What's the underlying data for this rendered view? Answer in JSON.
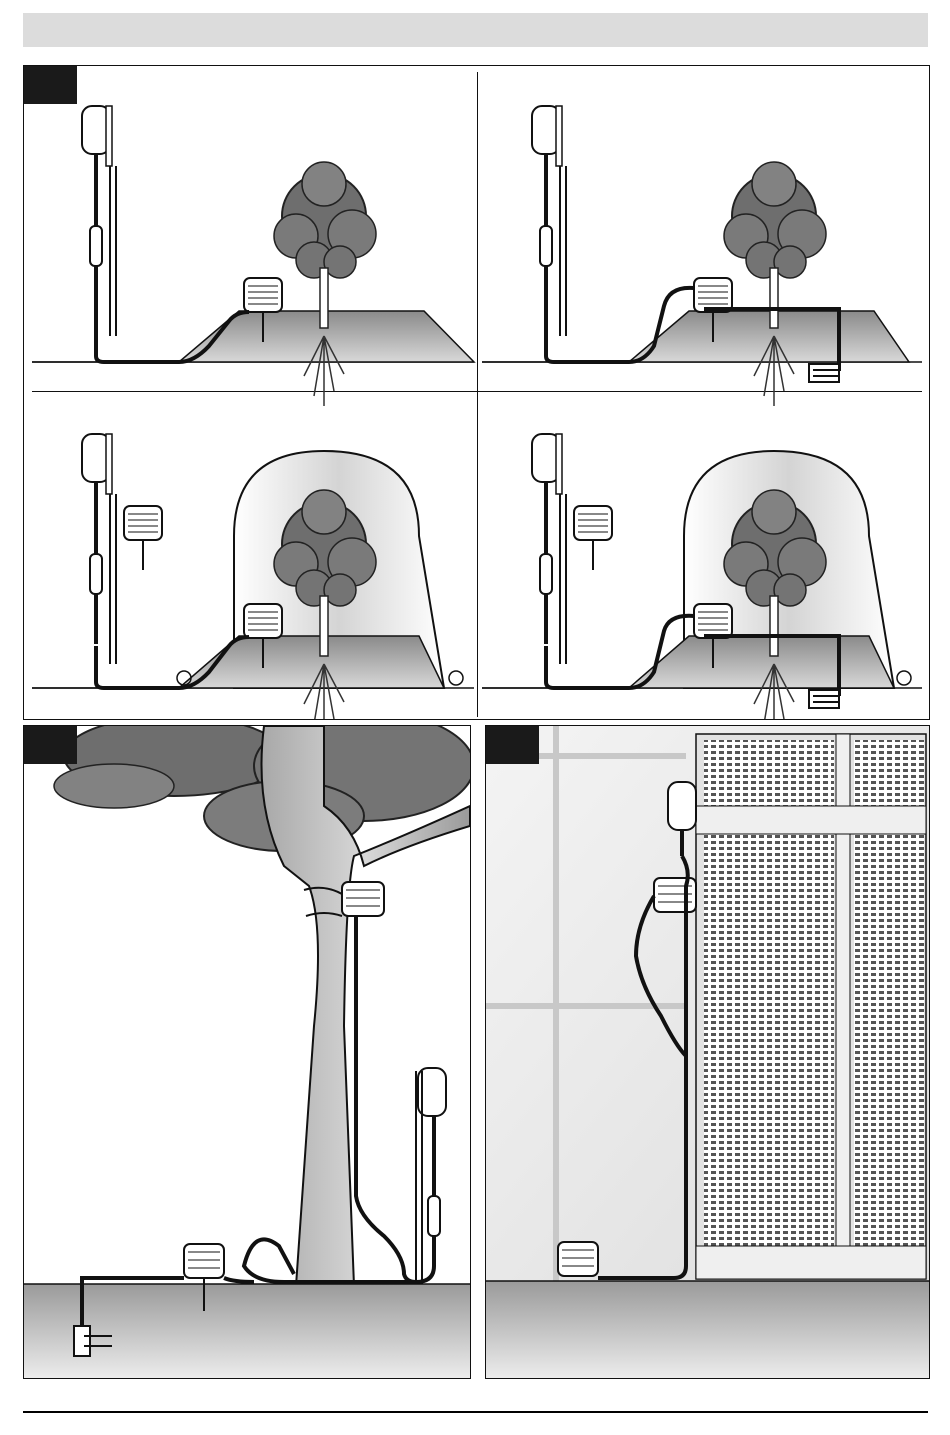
{
  "page": {
    "header_bar": "",
    "figures": [
      {
        "id": "figure-a",
        "step_tab": "",
        "panels": [
          "garden-bed-basic",
          "garden-bed-extension",
          "greenhouse-basic",
          "greenhouse-extension"
        ]
      },
      {
        "id": "figure-b",
        "step_tab": "",
        "scene": "tree-trunk-mount"
      },
      {
        "id": "figure-c",
        "step_tab": "",
        "scene": "wall-trellis-mount"
      }
    ]
  },
  "colors": {
    "header_gray": "#dcdcdc",
    "ink": "#111111",
    "foliage": "#6e6e6e",
    "soil_top": "#8a8a8a",
    "soil_bottom": "#e8e8e8"
  },
  "icons": [
    "hose-tap-icon",
    "sensor-icon",
    "tree-icon",
    "soil-stake-icon",
    "connector-icon"
  ]
}
